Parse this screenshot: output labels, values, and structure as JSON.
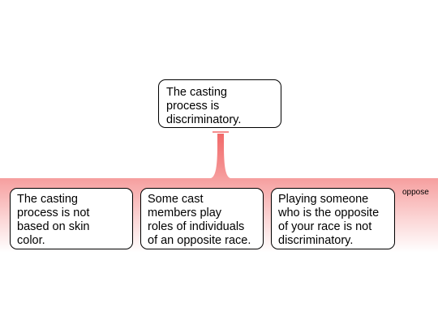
{
  "diagram": {
    "claim": {
      "text": "The casting\nprocess is\ndiscriminatory."
    },
    "group": {
      "label": "oppose",
      "fill_color": "#f26a6a"
    },
    "premises": [
      {
        "text": "The casting\nprocess is not\nbased on skin\ncolor."
      },
      {
        "text": "Some cast\nmembers  play\nroles of  individuals\nof an opposite race."
      },
      {
        "text": "Playing someone\nwho is the opposite\nof your race is not\ndiscriminatory."
      }
    ]
  }
}
